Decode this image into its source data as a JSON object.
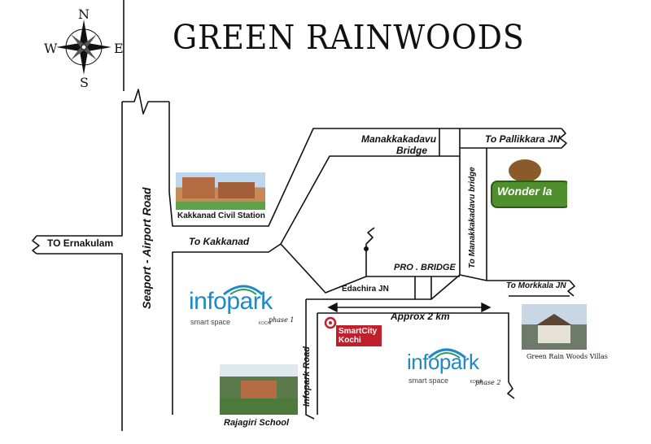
{
  "title": "GREEN RAINWOODS",
  "compass": {
    "north": "N",
    "south": "S",
    "east": "E",
    "west": "W"
  },
  "roads": {
    "airport_road": "Seaport - Airport Road",
    "infopark_road": "Infopark Road",
    "to_ernakulam": "TO Ernakulam",
    "to_kakkanad": "To Kakkanad",
    "to_pallikkara": "To Pallikkara JN",
    "manakkakadavu_bridge_line1": "Manakkakadavu",
    "manakkakadavu_bridge_line2": "Bridge",
    "to_manakkakadavu_bridge": "To Manakkakadavu bridge",
    "to_morkkala": "To Morkkala JN",
    "pro_bridge": "PRO . BRIDGE",
    "edachira": "Edachira JN",
    "approx": "Approx 2 km"
  },
  "landmarks": {
    "civil_station": "Kakkanad Civil Station",
    "rajagiri": "Rajagiri School",
    "villas": "Green Rain Woods Villas",
    "wonderla": "Wonder la",
    "smartcity_line1": "SmartCity",
    "smartcity_line2": "Kochi",
    "infopark1": {
      "word": "infopark",
      "sub": "smart space",
      "koch": "KOCHI",
      "phase": "phase 1"
    },
    "infopark2": {
      "word": "infopark",
      "sub": "smart space",
      "koch": "KOCHI",
      "phase": "phase 2"
    }
  },
  "colors": {
    "infopark_blue": "#1d8ac8",
    "infopark_green": "#2f9a5c",
    "smartcity_red": "#c0202b",
    "wonderla_green": "#4f8f2d"
  }
}
